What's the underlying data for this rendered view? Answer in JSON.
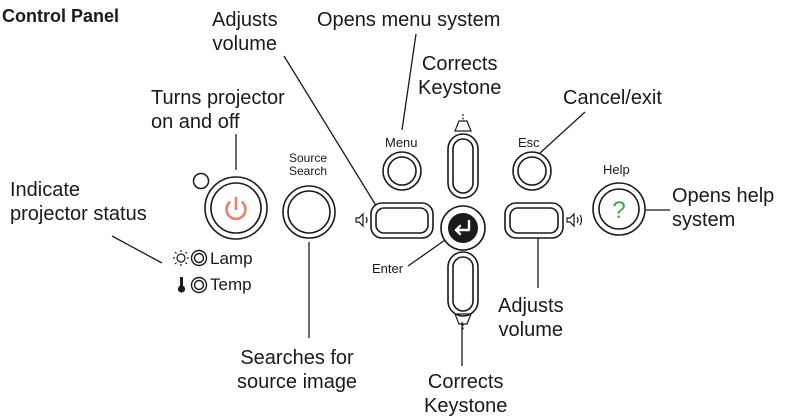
{
  "panel": {
    "title": "Control Panel"
  },
  "callouts": {
    "adjusts_volume_top": [
      "Adjusts",
      "volume"
    ],
    "opens_menu": "Opens menu system",
    "turns_on_off": [
      "Turns projector",
      "on and off"
    ],
    "keystone_top": [
      "Corrects",
      "Keystone"
    ],
    "cancel_exit": "Cancel/exit",
    "indicate_status": [
      "Indicate",
      "projector status"
    ],
    "opens_help": [
      "Opens help",
      "system"
    ],
    "searches_source": [
      "Searches for",
      "source image"
    ],
    "adjusts_volume_bottom": [
      "Adjusts",
      "volume"
    ],
    "keystone_bottom": [
      "Corrects",
      "Keystone"
    ]
  },
  "buttons": {
    "source_search": [
      "Source",
      "Search"
    ],
    "menu": "Menu",
    "esc": "Esc",
    "help": "Help",
    "enter": "Enter",
    "power_icon": "power-icon",
    "help_icon": "question-mark-icon",
    "enter_icon": "enter-arrow-icon"
  },
  "indicators": {
    "lamp": "Lamp",
    "temp": "Temp"
  },
  "colors": {
    "power_symbol": "#e8826a",
    "help_symbol": "#3aa84a",
    "outline": "#1a1a1a"
  }
}
